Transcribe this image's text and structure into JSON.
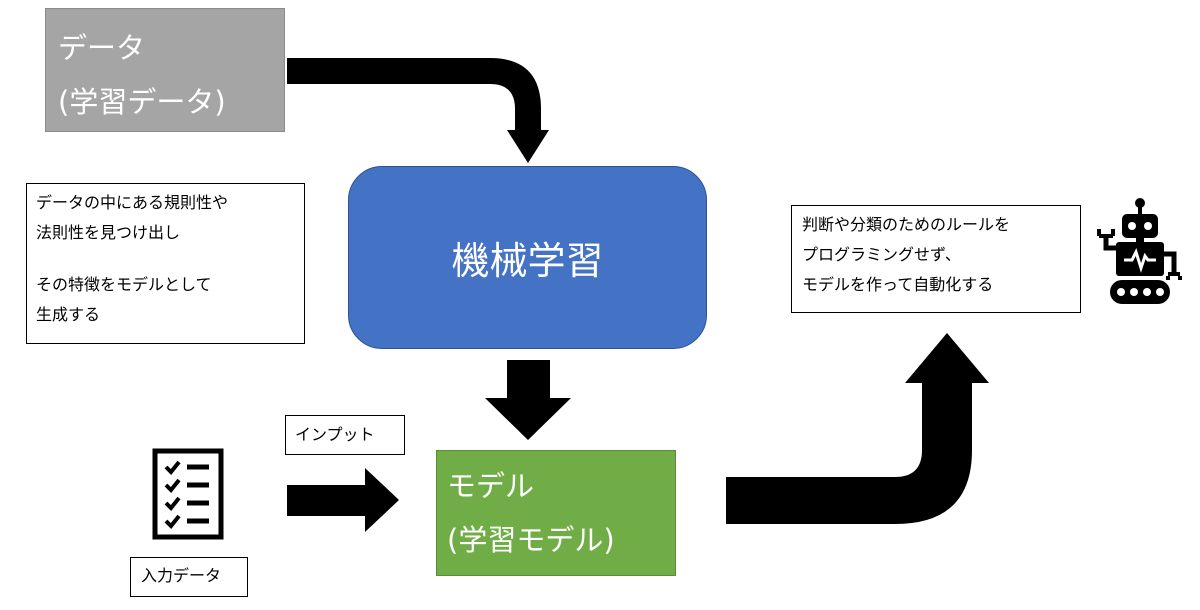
{
  "training_data": {
    "line1": "データ",
    "line2": "(学習データ)"
  },
  "machine_learning": {
    "label": "機械学習"
  },
  "model": {
    "line1": "モデル",
    "line2": "(学習モデル)"
  },
  "note_left": {
    "line1": "データの中にある規則性や",
    "line2": "法則性を見つけ出し",
    "line3": "その特徴をモデルとして",
    "line4": "生成する"
  },
  "note_right": {
    "line1": "判断や分類のためのルールを",
    "line2": "プログラミングせず、",
    "line3": "モデルを作って自動化する"
  },
  "input_label": "インプット",
  "input_data_label": "入力データ",
  "colors": {
    "training_data": "#a5a5a5",
    "machine_learning": "#4472c4",
    "model": "#70ad47",
    "arrow": "#000000"
  },
  "icons": [
    "checklist-icon",
    "robot-icon"
  ]
}
